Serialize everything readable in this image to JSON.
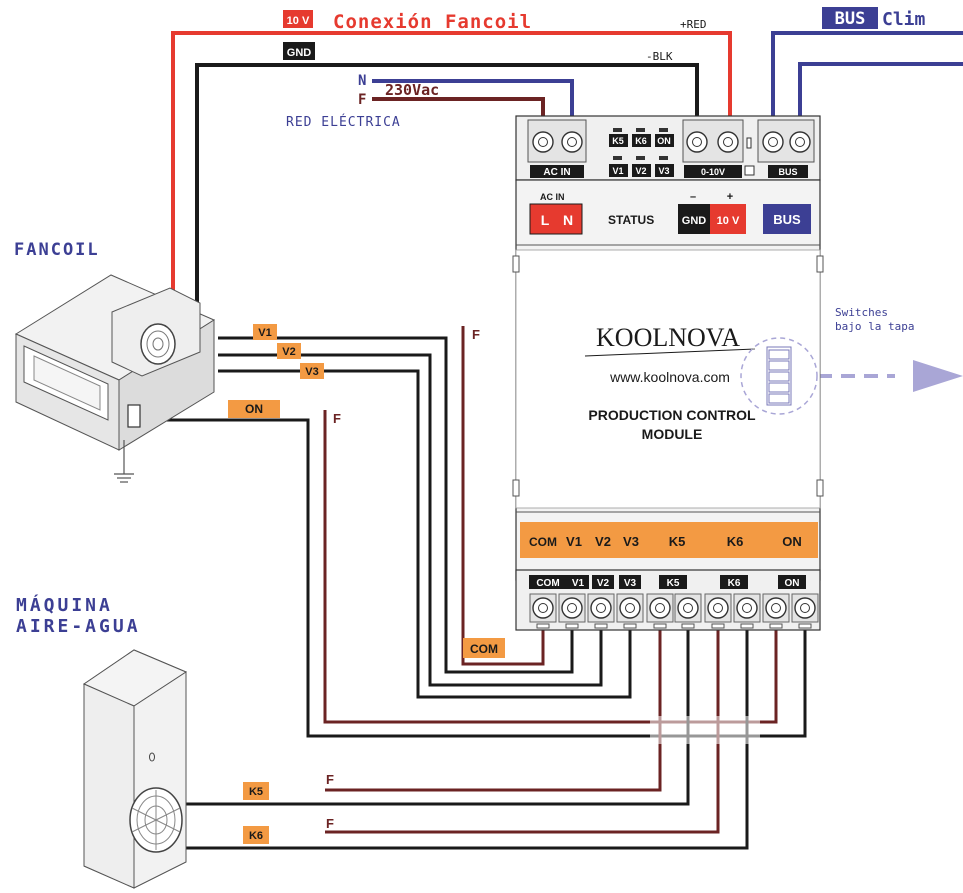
{
  "colors": {
    "red": "#e63a2f",
    "black": "#1a1a1a",
    "blue": "#3c3f94",
    "brown": "#6b2323",
    "orange": "#f39a43",
    "dashed_arrow": "#a9a6d6"
  },
  "top": {
    "badge_10v": "10 V",
    "title": "Conexión Fancoil",
    "red_tag": "+RED",
    "gnd_badge": "GND",
    "blk_tag": "-BLK",
    "bus_badge": "BUS",
    "bus_title": "Clim"
  },
  "supply": {
    "n": "N",
    "f": "F",
    "voltage": "230Vac",
    "network": "RED ELÉCTRICA"
  },
  "fancoil": {
    "title": "FANCOIL",
    "v1": "V1",
    "v2": "V2",
    "v3": "V3",
    "on": "ON",
    "f": "F"
  },
  "module": {
    "top_labels": {
      "ac_in": "AC IN",
      "k5": "K5",
      "k6": "K6",
      "on": "ON",
      "v1": "V1",
      "v2": "V2",
      "v3": "V3",
      "range": "0-10V",
      "bus": "BUS"
    },
    "ac_in_small": "AC IN",
    "l": "L",
    "n": "N",
    "status": "STATUS",
    "minus": "–",
    "plus": "+",
    "gnd": "GND",
    "ten_v": "10 V",
    "bus": "BUS",
    "brand": "KOOLNOVA",
    "website": "www.koolnova.com",
    "name_line1": "PRODUCTION CONTROL",
    "name_line2": "MODULE",
    "outputs": [
      "COM",
      "V1",
      "V2",
      "V3",
      "K5",
      "K6",
      "ON"
    ],
    "bottom_labels": [
      "COM",
      "V1",
      "V2",
      "V3",
      "K5",
      "K6",
      "ON"
    ]
  },
  "switches": {
    "line1": "Switches",
    "line2": "bajo la tapa"
  },
  "wiring": {
    "com": "COM",
    "f": "F"
  },
  "machine": {
    "title_line1": "MÁQUINA",
    "title_line2": "AIRE-AGUA",
    "k5": "K5",
    "k6": "K6",
    "f": "F"
  }
}
